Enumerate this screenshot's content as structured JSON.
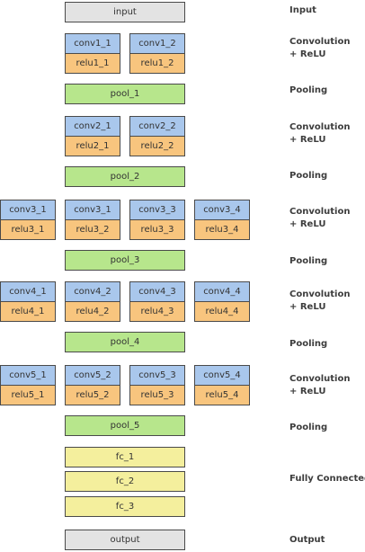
{
  "blocks": {
    "input": "input",
    "s1": {
      "conv": [
        "conv1_1",
        "conv1_2"
      ],
      "relu": [
        "relu1_1",
        "relu1_2"
      ]
    },
    "pool1": "pool_1",
    "s2": {
      "conv": [
        "conv2_1",
        "conv2_2"
      ],
      "relu": [
        "relu2_1",
        "relu2_2"
      ]
    },
    "pool2": "pool_2",
    "s3": {
      "conv": [
        "conv3_1",
        "conv3_1",
        "conv3_3",
        "conv3_4"
      ],
      "relu": [
        "relu3_1",
        "relu3_2",
        "relu3_3",
        "relu3_4"
      ]
    },
    "pool3": "pool_3",
    "s4": {
      "conv": [
        "conv4_1",
        "conv4_2",
        "conv4_3",
        "conv4_4"
      ],
      "relu": [
        "relu4_1",
        "relu4_2",
        "relu4_3",
        "relu4_4"
      ]
    },
    "pool4": "pool_4",
    "s5": {
      "conv": [
        "conv5_1",
        "conv5_2",
        "conv5_3",
        "conv5_4"
      ],
      "relu": [
        "relu5_1",
        "relu5_2",
        "relu5_3",
        "relu5_4"
      ]
    },
    "pool5": "pool_5",
    "fc": [
      "fc_1",
      "fc_2",
      "fc_3"
    ],
    "output": "output"
  },
  "labels": {
    "input": "Input",
    "conv_line1": "Convolution",
    "conv_line2": "+ ReLU",
    "pooling": "Pooling",
    "fully_connected": "Fully Connected",
    "output": "Output"
  }
}
